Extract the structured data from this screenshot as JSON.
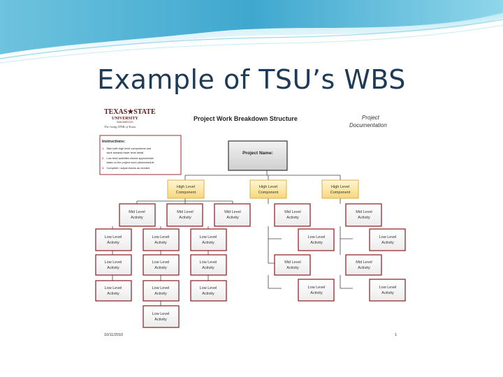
{
  "slide": {
    "title": "Example of TSU’s WBS"
  },
  "document": {
    "logo": {
      "line1": "TEXAS★STATE",
      "line2": "UNIVERSITY",
      "line3": "SAN MARCOS",
      "tagline": "The rising STAR of Texas"
    },
    "header_title": "Project Work Breakdown Structure",
    "header_right_1": "Project",
    "header_right_2": "Documentation",
    "instructions": {
      "title": "Instructions:",
      "items": [
        "1.   Start with high level components and",
        "      work towards lower level detail",
        "2.   Low level activities should approximate",
        "      tasks on the project work plan/schedule",
        "3.   Complete / adjust blocks as needed"
      ]
    },
    "project_name_label": "Project Name:",
    "footer_date": "10/11/2010",
    "footer_page": "1"
  },
  "labels": {
    "high_line1": "High Level",
    "high_line2": "Component",
    "mid_line1": "Mid Level",
    "mid_line2": "Activity",
    "low_line1": "Low Level",
    "low_line2": "Activity"
  },
  "colors": {
    "title": "#1d3a57",
    "high_fill": "#fde9a8",
    "high_border": "#d9b24c",
    "activity_border": "#8b1a1a",
    "project_fill": "#dcdcdc",
    "instructions_border": "#9b2c2c"
  }
}
